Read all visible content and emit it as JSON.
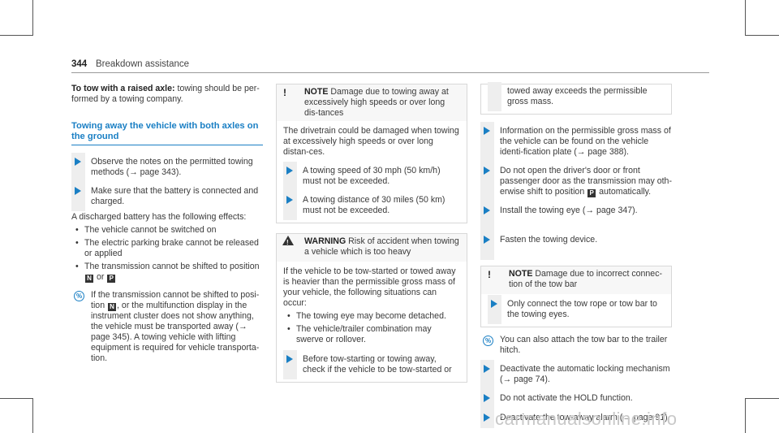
{
  "header": {
    "page_number": "344",
    "section": "Breakdown assistance"
  },
  "col1": {
    "intro_bold": "To tow with a raised axle:",
    "intro_text": "towing should be per-formed by a towing company.",
    "subheading": "Towing away the vehicle with both axles on the ground",
    "step1": "Observe the notes on the permitted towing methods (→ page 343).",
    "step2": "Make sure that the battery is connected and charged.",
    "discharged": "A discharged battery has the following effects:",
    "bullets": [
      "The vehicle cannot be switched on",
      "The electric parking brake cannot be released or applied",
      "The transmission cannot be shifted to position"
    ],
    "bullet3_tail": "or",
    "sym_n": "N",
    "sym_p": "P",
    "tip_a": "If the transmission cannot be shifted to posi-tion",
    "tip_b": ", or the multifunction display in the instrument cluster does not show anything, the vehicle must be transported away (→ page 345). A towing vehicle with lifting equipment is required for vehicle transporta-tion."
  },
  "col2": {
    "note_label": "NOTE",
    "note_title": "Damage due to towing away at excessively high speeds or over long dis-tances",
    "note_body": "The drivetrain could be damaged when towing at excessively high speeds or over long distan-ces.",
    "note_step1": "A towing speed of 30 mph (50 km/h) must not be exceeded.",
    "note_step2": "A towing distance of 30 miles (50 km) must not be exceeded.",
    "warning_label": "WARNING",
    "warning_title": "Risk of accident when towing a vehicle which is too heavy",
    "warning_body": "If the vehicle to be tow-started or towed away is heavier than the permissible gross mass of your vehicle, the following situations can occur:",
    "warning_bullets": [
      "The towing eye may become detached.",
      "The vehicle/trailer combination may swerve or rollover."
    ],
    "warning_step": "Before tow-starting or towing away, check if the vehicle to be tow-started or"
  },
  "col3": {
    "cont_step": "towed away exceeds the permissible gross mass.",
    "step_info": "Information on the permissible gross mass of the vehicle can be found on the vehicle identi-fication plate (→ page 388).",
    "step_doors_a": "Do not open the driver's door or front passenger door as the transmission may oth-erwise shift to position",
    "step_doors_b": "automatically.",
    "step_eye": "Install the towing eye (→ page 347).",
    "step_fasten": "Fasten the towing device.",
    "note_label": "NOTE",
    "note_title": "Damage due to incorrect connec-tion of the tow bar",
    "note_step": "Only connect the tow rope or tow bar to the towing eyes.",
    "tip": "You can also attach the tow bar to the trailer hitch.",
    "step_deactivate": "Deactivate the automatic locking mechanism (→ page 74).",
    "step_hold": "Do not activate the HOLD function.",
    "step_alarm": "Deactivate the tow-away alarm (→ page 91)."
  },
  "watermark": "carmanualsonline.info"
}
